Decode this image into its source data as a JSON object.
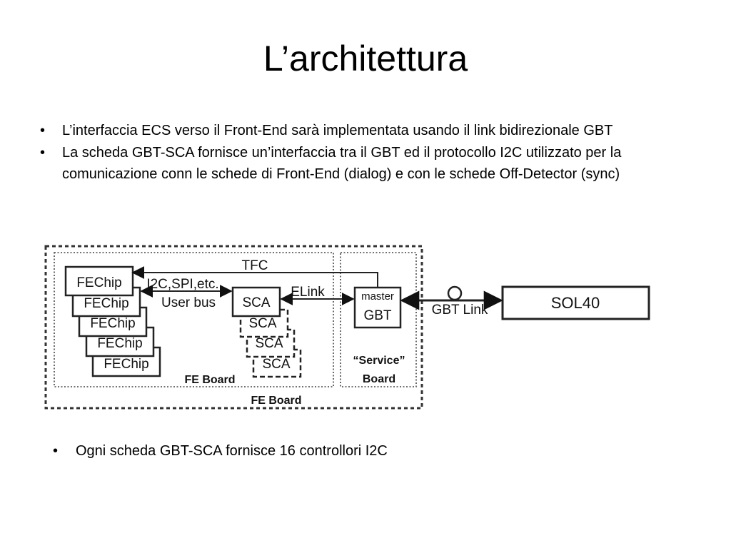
{
  "slide": {
    "title": "L’architettura",
    "bullets": [
      "L’interfaccia ECS verso il Front-End sarà implementata usando il link bidirezionale GBT",
      "La scheda GBT-SCA fornisce un’interfaccia tra il GBT ed il protocollo I2C utilizzato per la comunicazione conn le schede di Front-End (dialog) e con le schede Off-Detector (sync)"
    ],
    "bottom_bullets": [
      "Ogni scheda GBT-SCA fornisce 16 controllori I2C"
    ]
  },
  "diagram": {
    "fechips": [
      "FEChip",
      "FEChip",
      "FEChip",
      "FEChip",
      "FEChip"
    ],
    "scas": [
      "SCA",
      "SCA",
      "SCA",
      "SCA"
    ],
    "labels": {
      "tfc": "TFC",
      "i2c": "I2C,SPI,etc.",
      "user_bus": "User bus",
      "elink": "ELink",
      "master": "master",
      "gbt": "GBT",
      "gbt_link": "GBT Link",
      "sol40": "SOL40",
      "service_board_line1": "“Service”",
      "service_board_line2": "Board",
      "fe_board_inner": "FE Board",
      "fe_board_outer": "FE Board"
    }
  }
}
